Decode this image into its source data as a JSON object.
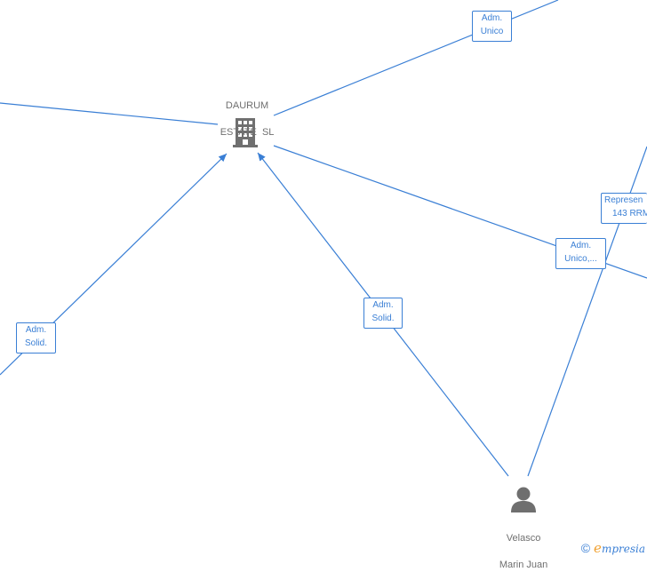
{
  "nodes": {
    "company": {
      "name_line1": "DAURUM",
      "name_line2": "ESTATE  SL",
      "icon": "building-icon"
    },
    "person": {
      "name_line1": "Velasco",
      "name_line2": "Marin Juan",
      "icon": "person-icon"
    }
  },
  "edge_labels": {
    "top_right": {
      "line1": "Adm.",
      "line2": "Unico"
    },
    "left": {
      "line1": "Adm.",
      "line2": "Solid."
    },
    "center": {
      "line1": "Adm.",
      "line2": "Solid."
    },
    "right_mid": {
      "line1": "Adm.",
      "line2": "Unico,..."
    },
    "right_edge": {
      "line1": "Represen",
      "line2": "143 RRM"
    }
  },
  "colors": {
    "edge": "#3a7fd5",
    "node_icon": "#6f6f6f",
    "brand_accent": "#f0a030"
  },
  "footer": {
    "copyright_symbol": "©",
    "brand_first": "e",
    "brand_rest": "mpresia"
  }
}
